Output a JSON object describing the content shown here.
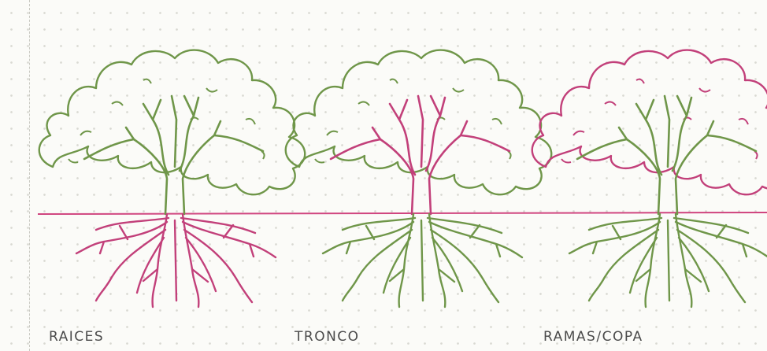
{
  "colors": {
    "highlight": "#c2407a",
    "plant": "#6f9649",
    "ground_line": "#d0457f",
    "text": "#4a4a4a"
  },
  "panels": [
    {
      "label": "RAICES",
      "highlight": "roots"
    },
    {
      "label": "TRONCO",
      "highlight": "trunk"
    },
    {
      "label": "RAMAS/COPA",
      "highlight": "canopy"
    }
  ]
}
